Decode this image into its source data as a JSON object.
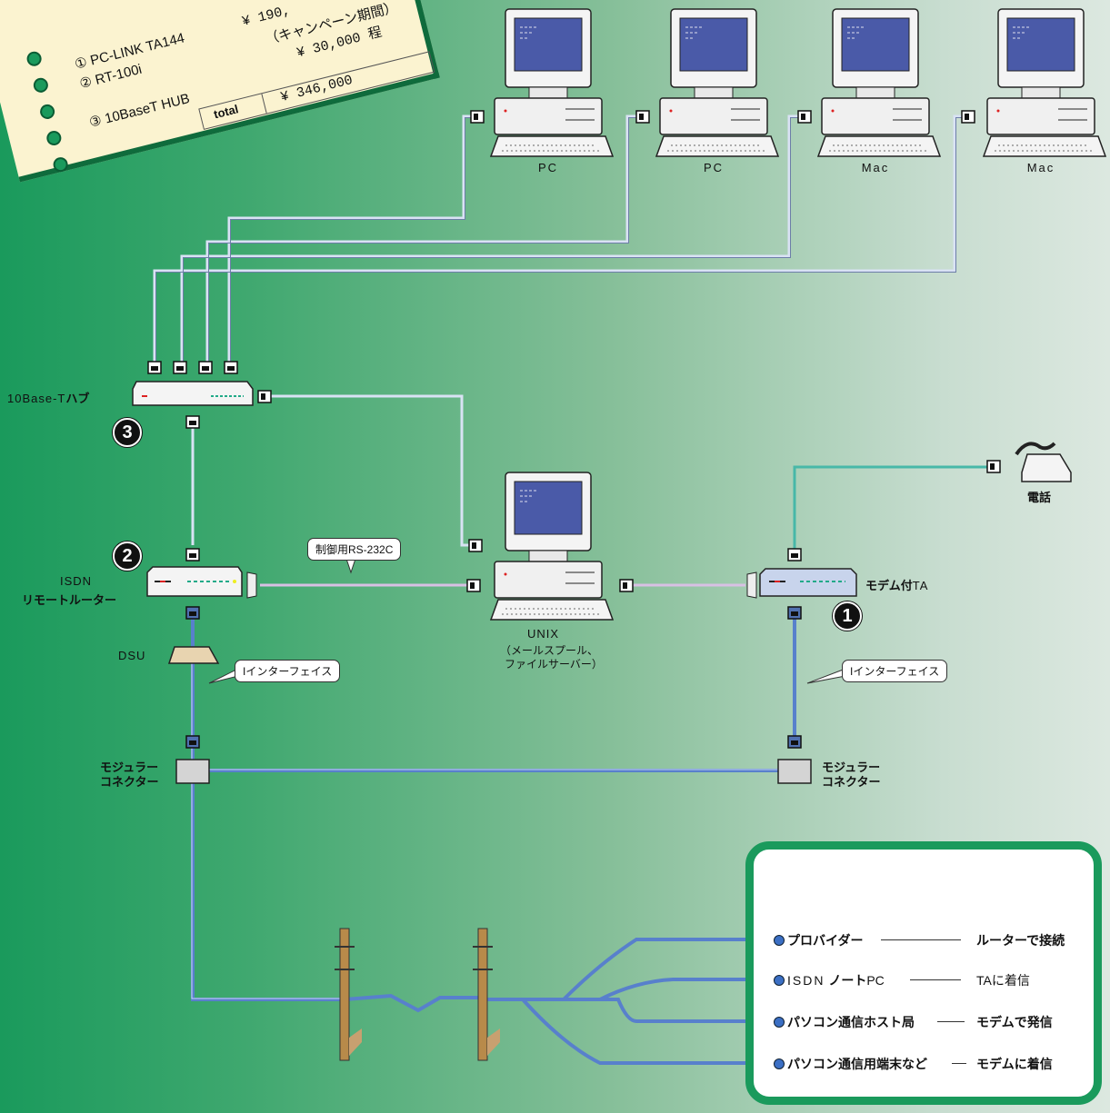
{
  "memo": {
    "items": [
      {
        "num": "①",
        "name": "PC-LINK TA144",
        "price": "¥ 190,"
      },
      {
        "num": "②",
        "name": "RT-100i",
        "price": "（キャンペーン期間）"
      },
      {
        "num": "",
        "name": "",
        "price": "¥ 30,000 程"
      },
      {
        "num": "③",
        "name": "10BaseT HUB",
        "price": ""
      }
    ],
    "total_label": "total",
    "total_value": "¥ 346,000"
  },
  "computers": [
    {
      "label": "PC"
    },
    {
      "label": "PC"
    },
    {
      "label": "Mac"
    },
    {
      "label": "Mac"
    }
  ],
  "hub": {
    "label": "10Base-T",
    "label_bold": "ハブ",
    "number": "3"
  },
  "router": {
    "label_top": "ISDN",
    "label_bottom": "リモートルーター",
    "number": "2"
  },
  "unix": {
    "label": "UNIX",
    "sub1": "（メールスプール、",
    "sub2": "ファイルサーバー）"
  },
  "ta": {
    "label_bold": "モデム付",
    "label": "TA",
    "number": "1"
  },
  "phone": {
    "label": "電話"
  },
  "callouts": {
    "rs232c": "制御用RS-232C",
    "i_interface_left": "Iインターフェイス",
    "i_interface_right": "Iインターフェイス"
  },
  "modular_left": {
    "line1": "モジュラー",
    "line2": "コネクター"
  },
  "modular_right": {
    "line1": "モジュラー",
    "line2": "コネクター"
  },
  "dsu": {
    "label": "DSU"
  },
  "legend": [
    {
      "left": "プロバイダー",
      "left_prefix": "",
      "right": "ルーターで接続"
    },
    {
      "left": "ノート",
      "left_prefix": "ISDN",
      "left_suffix": "PC",
      "right": "TAに着信"
    },
    {
      "left": "パソコン通信ホスト局",
      "left_prefix": "",
      "right": "モデムで発信"
    },
    {
      "left": "パソコン通信用端末など",
      "left_prefix": "",
      "right": "モデムに着信"
    }
  ],
  "colors": {
    "lan_cable": "#b8c8e8",
    "rs232c_cable": "#c8a8d8",
    "isdn_cable": "#4f78c8",
    "phone_cable": "#40b0a0",
    "legend_border": "#1a9a5c"
  }
}
